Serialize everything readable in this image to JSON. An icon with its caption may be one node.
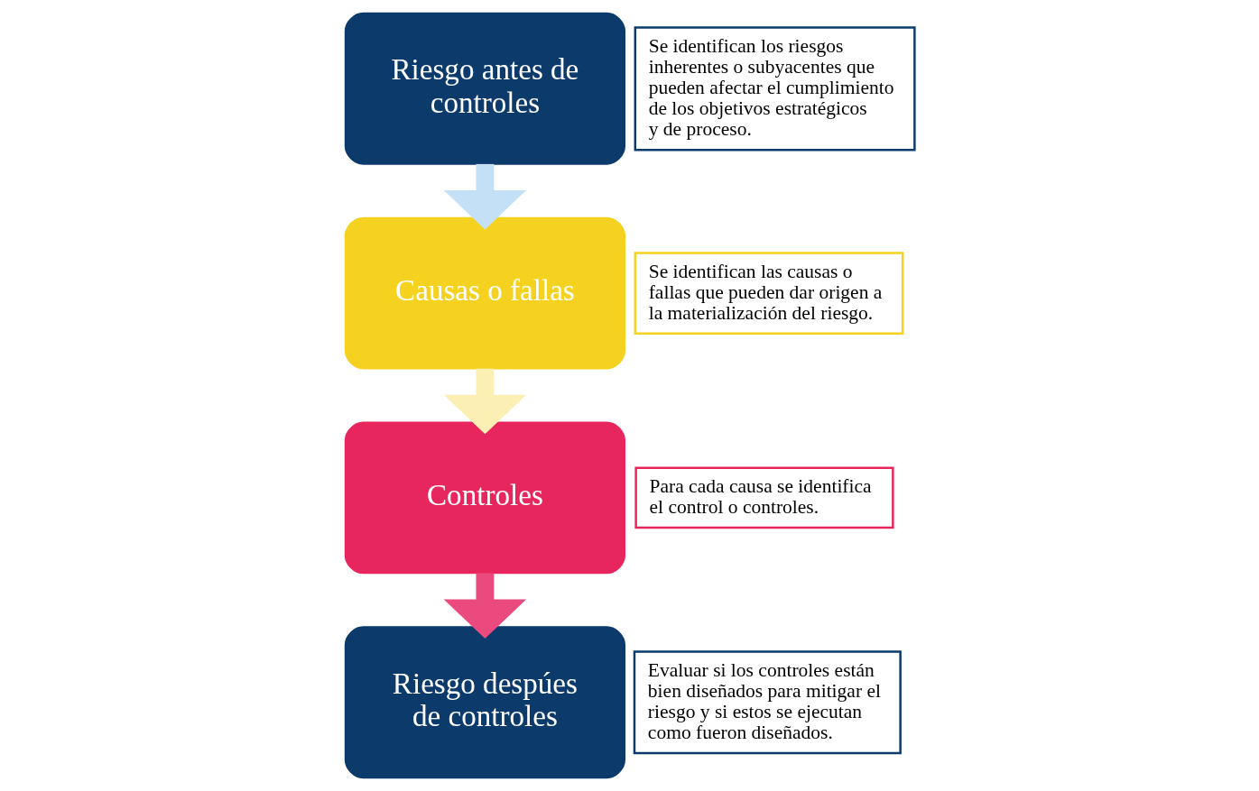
{
  "diagram": {
    "nodes": [
      {
        "text": [
          "Riesgo antes de controles"
        ]
      },
      {
        "text": [
          "Se identifican los riesgos inherentes o subyacentes que pueden afectar el cumplimiento de los objetivos estratégicos y de proceso."
        ]
      },
      {
        "text": [
          "Causas o fallas"
        ]
      },
      {
        "text": [
          "Se identifican las causas o fallas que pueden dar origen a la materialización del riesgo."
        ]
      },
      {
        "text": [
          "Controles"
        ]
      },
      {
        "text": [
          "Para cada causa se identifica el control o controles."
        ]
      },
      {
        "text": [
          "Riesgo despúes de controles"
        ]
      },
      {
        "text": [
          "Evaluar si los controles están bien diseñados para mitigar el riesgo y si estos se ejecutan como fueron diseñados."
        ]
      }
    ],
    "edges": [
      {
        "from": 0,
        "to": 2,
        "arrow": "to",
        "color": "#c4e0f7"
      },
      {
        "from": 2,
        "to": 4,
        "arrow": "to",
        "color": "#fcefb4"
      },
      {
        "from": 4,
        "to": 6,
        "arrow": "to",
        "color": "#ea4a7e"
      }
    ]
  }
}
